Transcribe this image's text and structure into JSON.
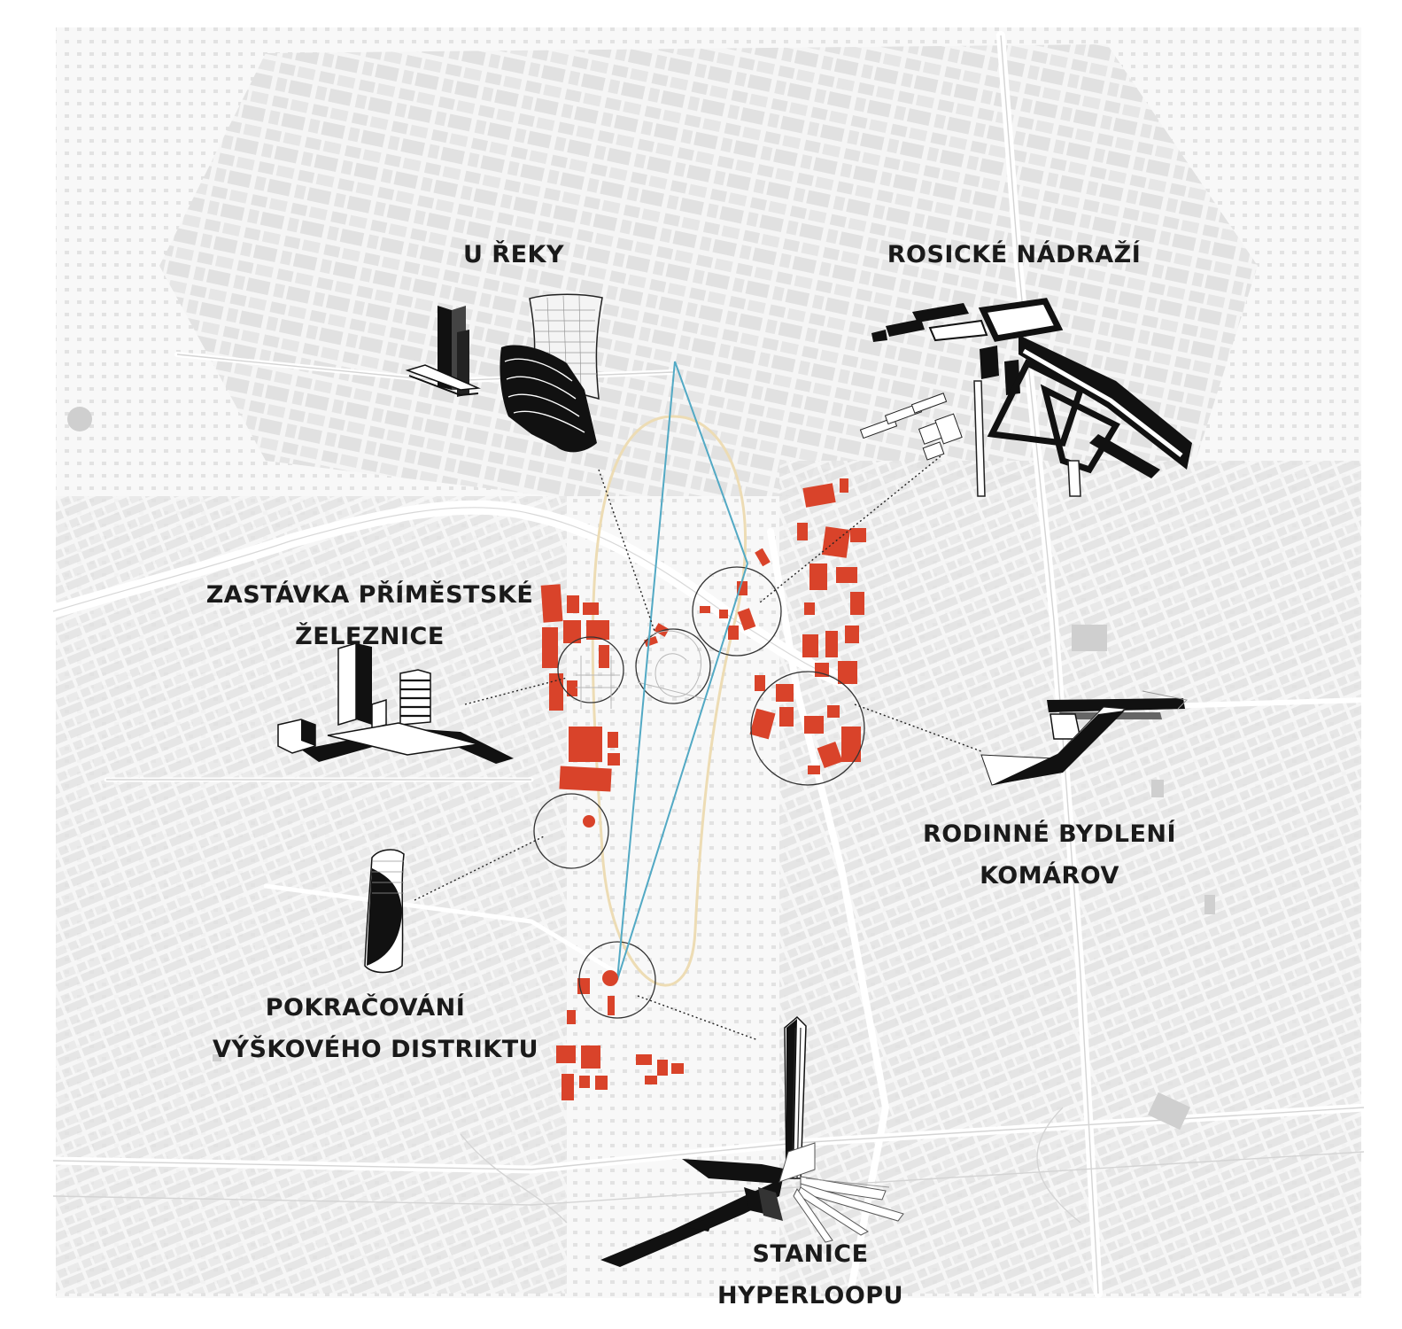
{
  "colors": {
    "background": "#ffffff",
    "street_network": "#dcdcdc",
    "city_blocks": "#e4e4e4",
    "river": "#ffffff",
    "development_sites": "#d9432a",
    "sightline": "#52a9c4",
    "loop_route": "#eddcb4",
    "circles_and_leaders": "#222222",
    "building_models": "#111111"
  },
  "icons": {
    "node_marker": "red-dot-marker-icon",
    "focus_circle": "circle-outline-icon",
    "building_model": "3d-building-model-icon"
  },
  "labels": {
    "u_reky": [
      "U ŘEKY"
    ],
    "rosicke_nadrazi": [
      "ROSICKÉ NÁDRAŽÍ"
    ],
    "zastavka": [
      "ZASTÁVKA PŘÍMĚSTSKÉ",
      "ŽELEZNICE"
    ],
    "rodinne_bydleni": [
      "RODINNÉ BYDLENÍ",
      "KOMÁROV"
    ],
    "pokracovani": [
      "POKRAČOVÁNÍ",
      "VÝŠKOVÉHO DISTRIKTU"
    ],
    "stanice": [
      "STANICE",
      "HYPERLOOPU"
    ]
  }
}
